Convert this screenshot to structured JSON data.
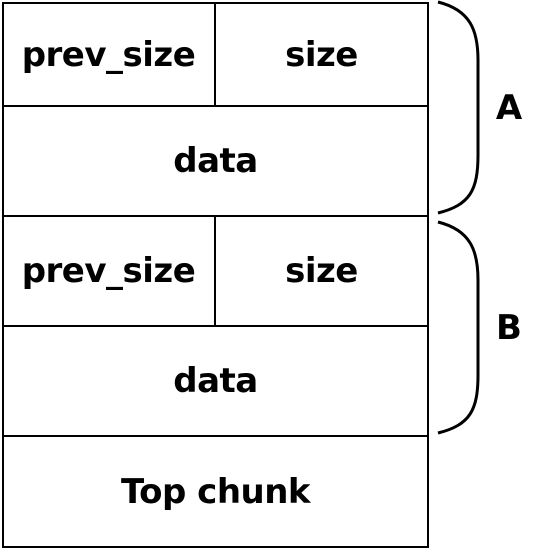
{
  "chunk_a": {
    "prev_size": "prev_size",
    "size": "size",
    "data": "data",
    "label": "A"
  },
  "chunk_b": {
    "prev_size": "prev_size",
    "size": "size",
    "data": "data",
    "label": "B"
  },
  "top_chunk": {
    "label": "Top chunk"
  }
}
